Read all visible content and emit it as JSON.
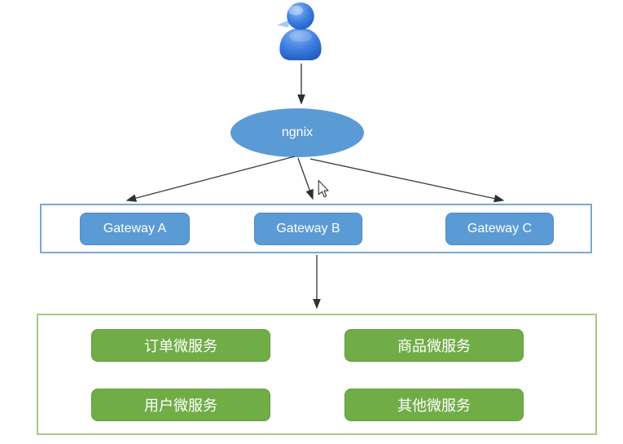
{
  "diagram": {
    "nginx_node": {
      "label": "ngnix"
    },
    "gateway_row": {
      "items": [
        {
          "label": "Gateway A"
        },
        {
          "label": "Gateway B"
        },
        {
          "label": "Gateway C"
        }
      ]
    },
    "service_group": {
      "items": [
        {
          "label": "订单微服务"
        },
        {
          "label": "商品微服务"
        },
        {
          "label": "用户微服务"
        },
        {
          "label": "其他微服务"
        }
      ]
    },
    "icons": {
      "user": "user-icon",
      "cursor": "mouse-cursor-icon"
    },
    "colors": {
      "node_blue": "#5b9bd5",
      "node_blue_border": "#4e8ac8",
      "node_green": "#70ad47",
      "node_green_border": "#5f9a3a",
      "gateway_box_border": "#7aa6d8",
      "service_box_border": "#a6c98a",
      "arrow": "#3f3f3f",
      "canvas_bg": "#ffffff"
    }
  }
}
